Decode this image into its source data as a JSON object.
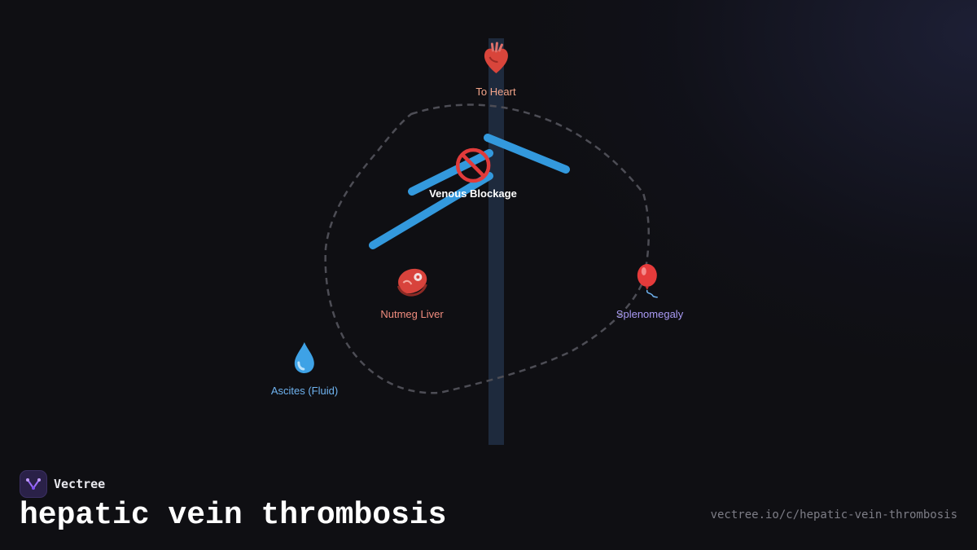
{
  "brand": {
    "name": "Vectree",
    "accent": "#8a5cf6"
  },
  "title": "hepatic vein thrombosis",
  "url": "vectree.io/c/hepatic-vein-thrombosis",
  "colors": {
    "background": "#0f0f13",
    "ivc": "#1e2a3d",
    "veins": "#3399dd",
    "liver_outline": "#4d4d55"
  },
  "nodes": {
    "heart": {
      "icon": "anatomical-heart-icon",
      "label": "To Heart",
      "color": "#f4a58a"
    },
    "blockage": {
      "icon": "prohibited-icon",
      "label": "Venous Blockage",
      "color": "#ffffff"
    },
    "nutmeg": {
      "icon": "meat-icon",
      "label": "Nutmeg Liver",
      "color": "#f08c7e"
    },
    "spleno": {
      "icon": "balloon-icon",
      "label": "Splenomegaly",
      "color": "#a99af4"
    },
    "ascites": {
      "icon": "droplet-icon",
      "label": "Ascites (Fluid)",
      "color": "#6fb3f0"
    }
  }
}
